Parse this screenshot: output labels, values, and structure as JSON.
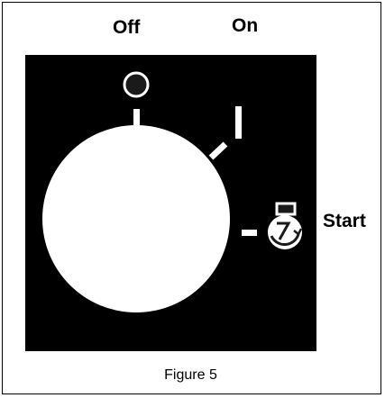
{
  "labels": {
    "off": "Off",
    "on": "On",
    "start": "Start"
  },
  "caption": "Figure 5",
  "icons": {
    "off_position": "circle-icon",
    "on_position": "line-icon",
    "start_position": "timer-icon"
  },
  "colors": {
    "panel": "#000000",
    "dial": "#ffffff",
    "text": "#000000"
  }
}
